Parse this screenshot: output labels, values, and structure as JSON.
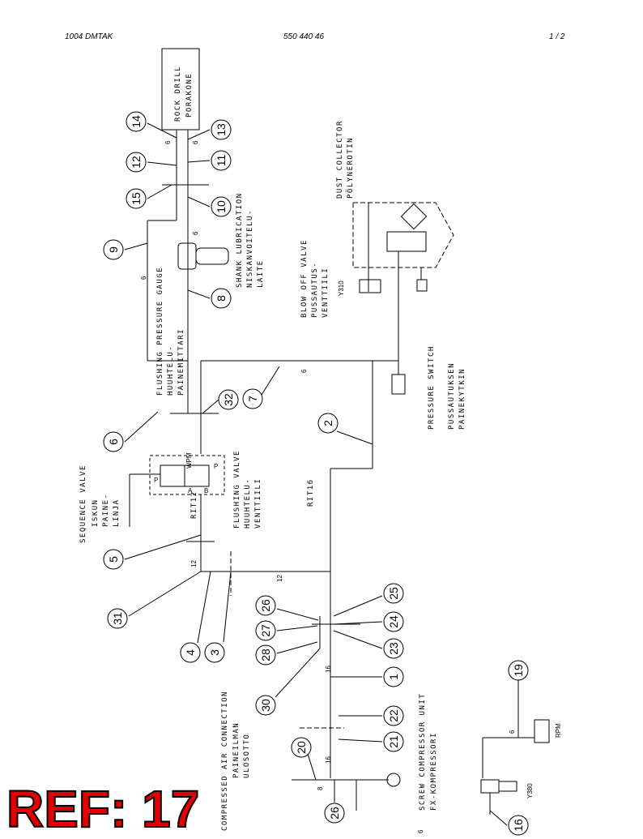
{
  "header": {
    "model": "1004 DMTAK",
    "part_number": "550 440 46",
    "page": "1 /  2"
  },
  "labels": {
    "rock_drill": "ROCK DRILL",
    "rock_drill_fi": "PORAKONE",
    "dust_collector": "DUST COLLECTOR",
    "dust_collector_fi": "PÖLYNEROTIN",
    "shank_lub": "SHANK LUBRICATION",
    "shank_lub_fi1": "NISKANVOITELU-",
    "shank_lub_fi2": "LAITE",
    "blow_off": "BLOW OFF VALVE",
    "blow_off_fi1": "PUSSAUTUS-",
    "blow_off_fi2": "VENTTIILI",
    "y310": "Y310",
    "flush_gauge": "FLUSHING PRESSURE GAUGE",
    "flush_gauge_fi1": "HUUHTELU-",
    "flush_gauge_fi2": "PAINEMITTARI",
    "pressure_switch": "PRESSURE SWITCH",
    "pressure_switch_fi1": "PUSSAUTUKSEN",
    "pressure_switch_fi2": "PAINEKYTKIN",
    "sequence": "SEQUENCE VALVE",
    "sequence_fi1": "ISKUN",
    "sequence_fi2": "PAINE-",
    "sequence_fi3": "LINJA",
    "flush_valve": "FLUSHING VALVE",
    "flush_valve_fi1": "HUUHTELU-",
    "flush_valve_fi2": "VENTTIILI",
    "rit12": "RIT12",
    "rit16": "RIT16",
    "compressed_air": "COMPRESSED AIR CONNECTION",
    "compressed_air_fi1": "PAINEILMAN",
    "compressed_air_fi2": "ULOSOTTO",
    "compressor": "SCREW COMPRESSOR UNIT",
    "compressor_fi": "FX-KOMPRESSORI",
    "rpm": "RPM",
    "y380": "Y380",
    "wpm": "WPM",
    "port_p": "P",
    "port_a": "A",
    "port_b": "B",
    "line_6": "6",
    "line_8": "8",
    "line_12": "12",
    "line_16": "16"
  },
  "callouts": [
    "14",
    "13",
    "12",
    "11",
    "15",
    "10",
    "9",
    "8",
    "7",
    "6",
    "32",
    "2",
    "5",
    "31",
    "4",
    "3",
    "26",
    "27",
    "28",
    "25",
    "24",
    "23",
    "1",
    "30",
    "22",
    "21",
    "20",
    "19",
    "26",
    "16"
  ],
  "reference": "REF: 17"
}
